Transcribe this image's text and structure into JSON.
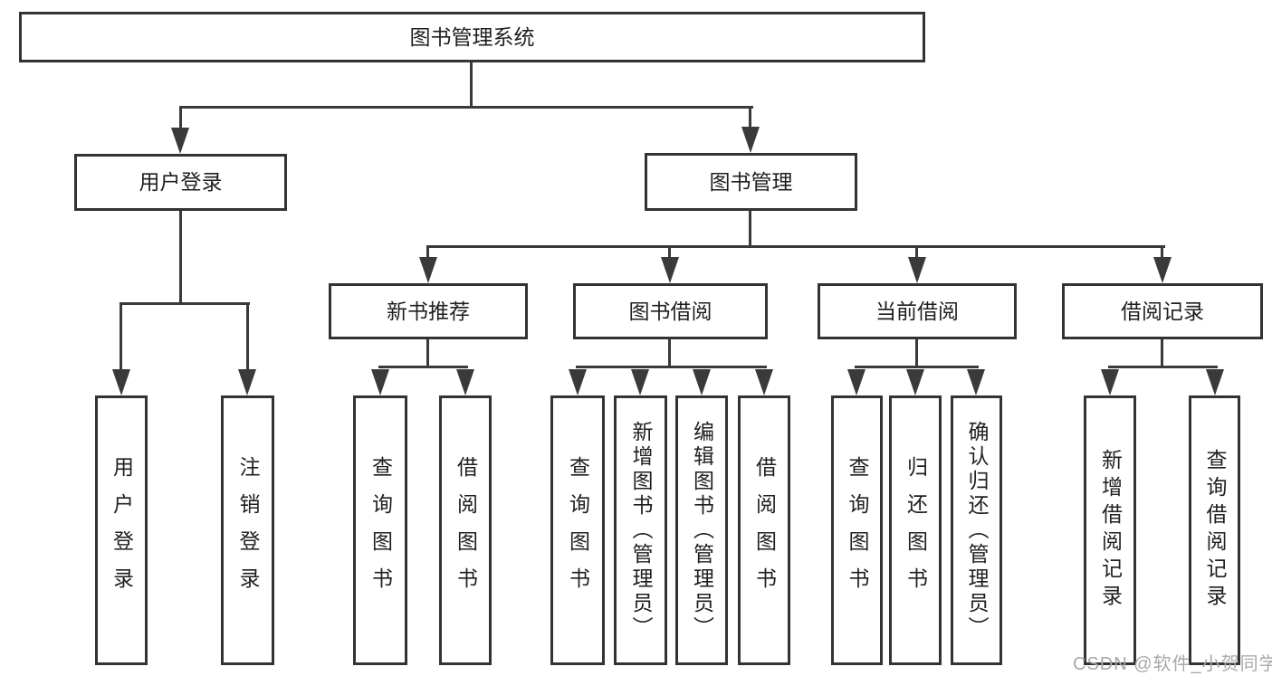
{
  "diagram": {
    "root": {
      "label": "图书管理系统"
    },
    "level2": [
      {
        "label": "用户登录"
      },
      {
        "label": "图书管理"
      }
    ],
    "level3": [
      {
        "label": "新书推荐"
      },
      {
        "label": "图书借阅"
      },
      {
        "label": "当前借阅"
      },
      {
        "label": "借阅记录"
      }
    ],
    "leaves": {
      "user_login": [
        {
          "label": "用户登录"
        },
        {
          "label": "注销登录"
        }
      ],
      "new_book": [
        {
          "label": "查询图书"
        },
        {
          "label": "借阅图书"
        }
      ],
      "book_borrow": [
        {
          "label": "查询图书"
        },
        {
          "label": "新增图书（管理员）"
        },
        {
          "label": "编辑图书（管理员）"
        },
        {
          "label": "借阅图书"
        }
      ],
      "current_borrow": [
        {
          "label": "查询图书"
        },
        {
          "label": "归还图书"
        },
        {
          "label": "确认归还（管理员）"
        }
      ],
      "borrow_record": [
        {
          "label": "新增借阅记录"
        },
        {
          "label": "查询借阅记录"
        }
      ]
    },
    "watermark": "CSDN @软件_小贺同学",
    "colors": {
      "line": "#3a3a3a",
      "box_border": "#333333",
      "text": "#1f1f1f",
      "watermark_text": "#a9a9a9",
      "background": "#ffffff"
    }
  }
}
